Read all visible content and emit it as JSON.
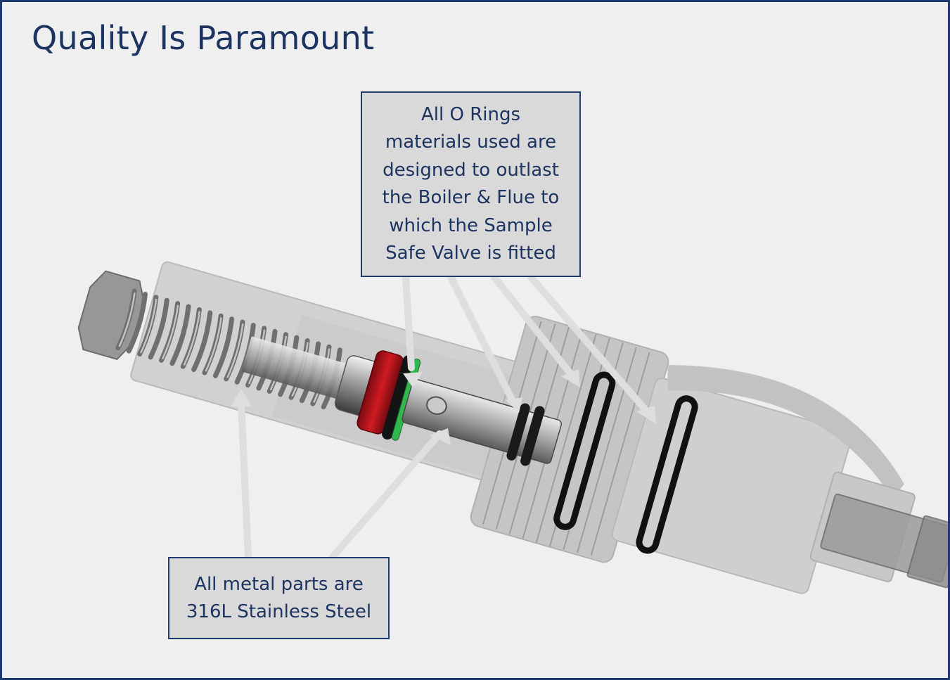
{
  "slide": {
    "title": "Quality Is Paramount"
  },
  "callouts": {
    "o_rings": {
      "lines": [
        "All O Rings",
        "materials used are",
        "designed to outlast",
        "the Boiler & Flue to",
        "which the Sample",
        "Safe Valve is fitted"
      ]
    },
    "metal_parts": {
      "lines": [
        "All metal parts are",
        "316L Stainless Steel"
      ]
    }
  },
  "colors": {
    "title_text": "#1d3461",
    "callout_border": "#1f3a6e",
    "callout_fill": "#d9d9d9",
    "red_seal": "#c0141c",
    "green_ring": "#2fb34a",
    "o_ring": "#111111"
  }
}
